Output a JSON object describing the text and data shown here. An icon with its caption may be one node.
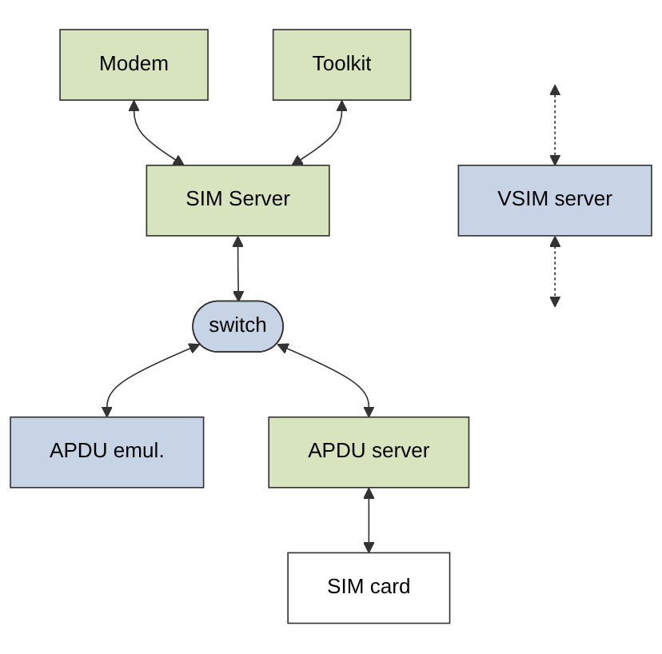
{
  "diagram": {
    "nodes": [
      {
        "text": [
          "Modem"
        ]
      },
      {
        "text": [
          "Toolkit"
        ]
      },
      {
        "text": [
          "SIM Server"
        ]
      },
      {
        "text": [
          "switch"
        ]
      },
      {
        "text": [
          "APDU emul."
        ]
      },
      {
        "text": [
          "VSIM server"
        ]
      },
      {
        "text": [
          "APDU server"
        ]
      },
      {
        "text": [
          "SIM card"
        ]
      }
    ],
    "edges": [
      {
        "from": 0,
        "to": 2,
        "arrow": "both"
      },
      {
        "from": 1,
        "to": 2,
        "arrow": "both"
      },
      {
        "from": 2,
        "to": 3,
        "arrow": "both"
      },
      {
        "from": 3,
        "to": 4,
        "arrow": "both"
      },
      {
        "from": 3,
        "to": 6,
        "arrow": "both"
      },
      {
        "from": 6,
        "to": 7,
        "arrow": "both"
      },
      {
        "from": null,
        "to": 5,
        "arrow": "both",
        "style": "dashed"
      },
      {
        "from": 5,
        "to": null,
        "arrow": "both",
        "style": "dashed"
      }
    ]
  }
}
